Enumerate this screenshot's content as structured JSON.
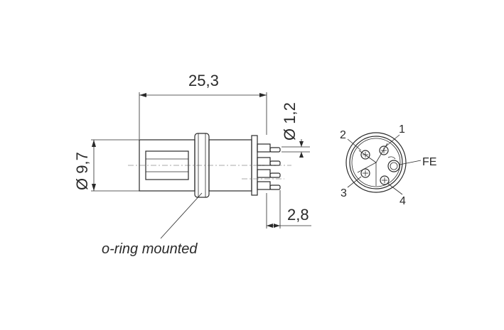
{
  "dimensions": {
    "length": "25,3",
    "body_diameter": "Ø 9,7",
    "pin_diameter": "Ø 1,2",
    "flange": "2,8"
  },
  "note": "o-ring mounted",
  "pins": {
    "pin1": "1",
    "pin2": "2",
    "pin3": "3",
    "pin4": "4",
    "fe": "FE"
  }
}
